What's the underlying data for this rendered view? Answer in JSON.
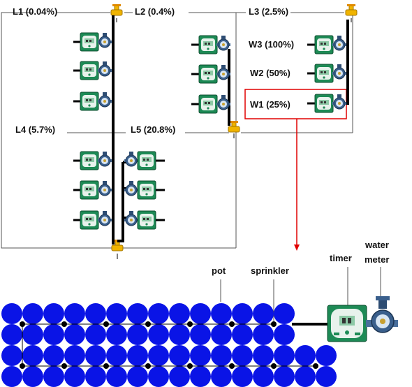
{
  "zones": [
    {
      "id": "L1",
      "label": "L1 (0.04%)"
    },
    {
      "id": "L2",
      "label": "L2 (0.4%)"
    },
    {
      "id": "L3",
      "label": "L3 (2.5%)"
    },
    {
      "id": "L4",
      "label": "L4 (5.7%)"
    },
    {
      "id": "L5",
      "label": "L5 (20.8%)"
    }
  ],
  "watering": [
    {
      "id": "W3",
      "label": "W3 (100%)"
    },
    {
      "id": "W2",
      "label": "W2 (50%)"
    },
    {
      "id": "W1",
      "label": "W1 (25%)"
    }
  ],
  "legend": {
    "pot": "pot",
    "sprinkler": "sprinkler",
    "timer": "timer",
    "water_meter_line1": "water",
    "water_meter_line2": "meter"
  },
  "colors": {
    "pot": "#0a14e6",
    "highlight": "#e00000",
    "pipe": "#000000",
    "boundary": "#555555",
    "timer_body": "#1d8a55",
    "timer_face": "#e8f2ec",
    "meter_body": "#3a5f8c",
    "faucet": "#f0b400"
  },
  "icons": [
    "faucet-icon",
    "timer-icon",
    "water-meter-icon"
  ]
}
